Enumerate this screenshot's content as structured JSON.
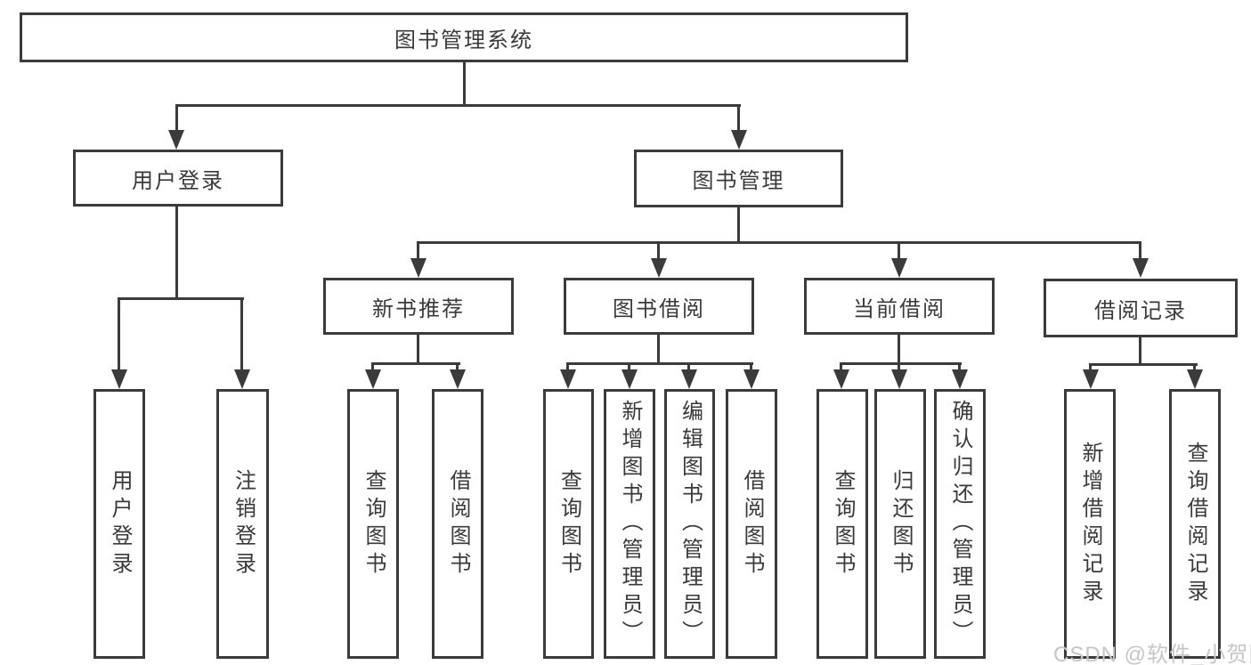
{
  "colors": {
    "line": "#3b3b3b",
    "text": "#3a3a3a",
    "watermark": "#c6c6c6",
    "background": "#ffffff"
  },
  "watermark": "CSDN @软件_小贺同学",
  "root": {
    "label": "图书管理系统"
  },
  "level2": {
    "login": {
      "label": "用户登录"
    },
    "management": {
      "label": "图书管理"
    }
  },
  "login_children": [
    {
      "label": "用户登录"
    },
    {
      "label": "注销登录"
    }
  ],
  "groups": [
    {
      "label": "新书推荐",
      "children": [
        {
          "label": "查询图书"
        },
        {
          "label": "借阅图书"
        }
      ]
    },
    {
      "label": "图书借阅",
      "children": [
        {
          "label": "查询图书"
        },
        {
          "label": "新增图书（管理员）"
        },
        {
          "label": "编辑图书（管理员）"
        },
        {
          "label": "借阅图书"
        }
      ]
    },
    {
      "label": "当前借阅",
      "children": [
        {
          "label": "查询图书"
        },
        {
          "label": "归还图书"
        },
        {
          "label": "确认归还（管理员）"
        }
      ]
    },
    {
      "label": "借阅记录",
      "children": [
        {
          "label": "新增借阅记录"
        },
        {
          "label": "查询借阅记录"
        }
      ]
    }
  ]
}
